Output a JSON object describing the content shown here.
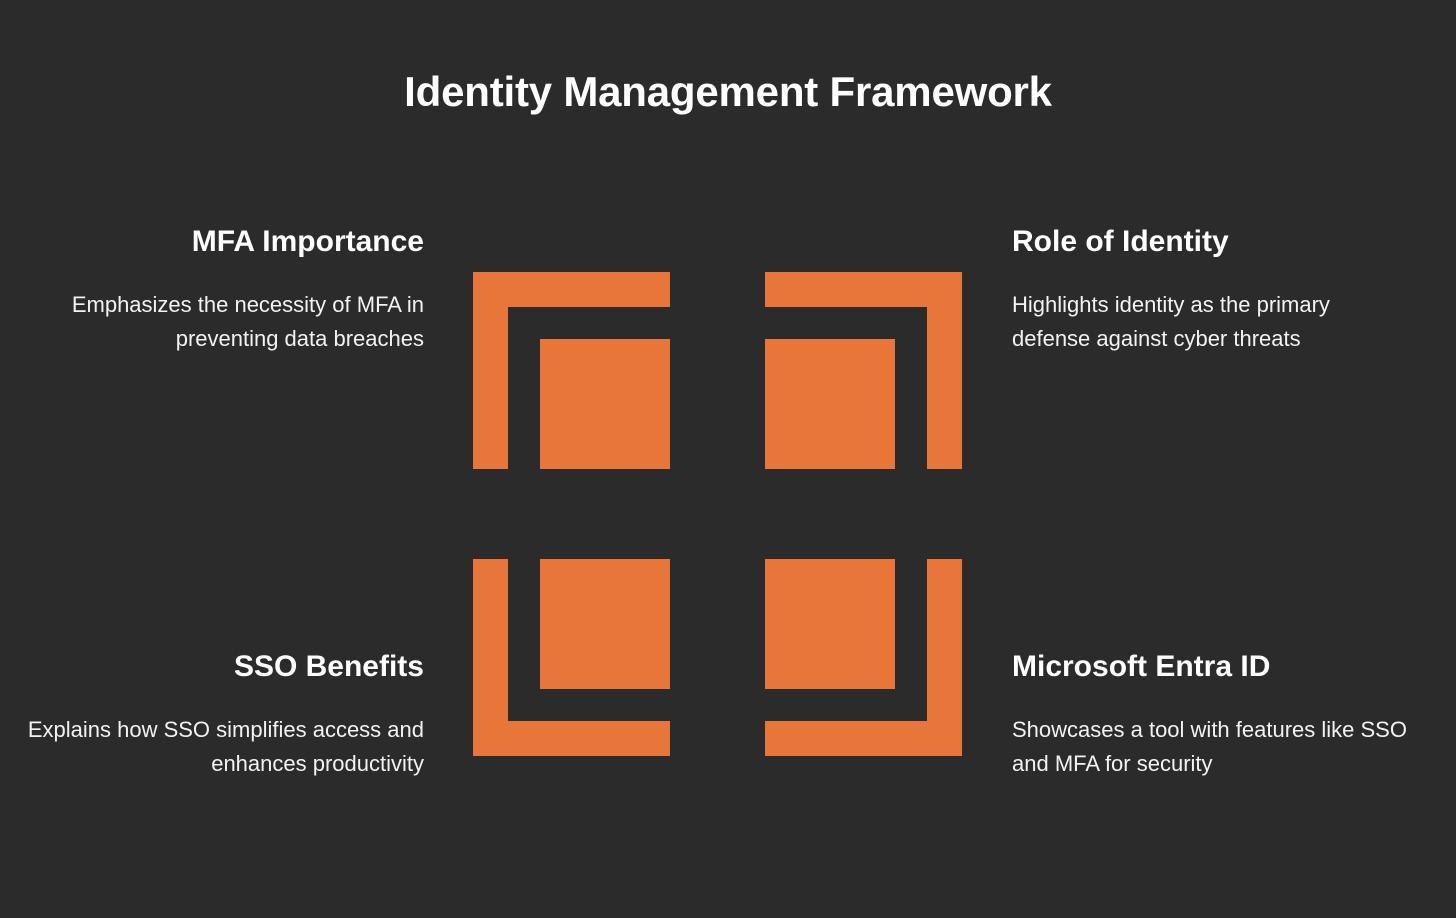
{
  "slide": {
    "title": "Identity Management Framework",
    "background_color": "#2b2b2b",
    "accent_color": "#e87639",
    "text_color": "#ffffff"
  },
  "blocks": {
    "top_left": {
      "heading": "MFA Importance",
      "body": "Emphasizes the necessity of MFA in preventing data breaches"
    },
    "top_right": {
      "heading": "Role of Identity",
      "body": "Highlights identity as the primary defense against cyber threats"
    },
    "bottom_left": {
      "heading": "SSO Benefits",
      "body": "Explains how SSO simplifies access and enhances productivity"
    },
    "bottom_right": {
      "heading": "Microsoft Entra ID",
      "body": "Showcases a tool with features like SSO and MFA for security"
    }
  }
}
